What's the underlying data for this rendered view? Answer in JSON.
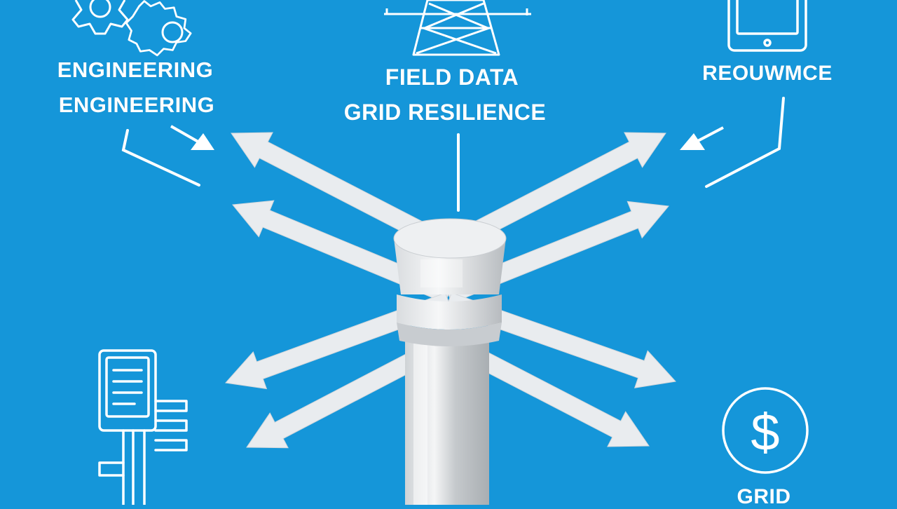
{
  "labels": {
    "engineering_line1": "ENGINEERING",
    "engineering_line2": "ENGINEERING",
    "field_data": "FIELD DATA",
    "grid_resilience": "GRID RESILIENCE",
    "reouwmce": "REOUWMCE",
    "grid": "GRID"
  },
  "icons": {
    "top_left": "gears-icon",
    "top_center": "transmission-tower-icon",
    "top_right": "tablet-icon",
    "bottom_left": "document-connector-icon",
    "bottom_right": "dollar-icon"
  },
  "colors": {
    "background": "#1596d9",
    "foreground": "#ffffff",
    "arrow_fill": "#e9ecef",
    "pillar_light": "#f1f2f3",
    "pillar_shadow": "#b9bdc1"
  }
}
